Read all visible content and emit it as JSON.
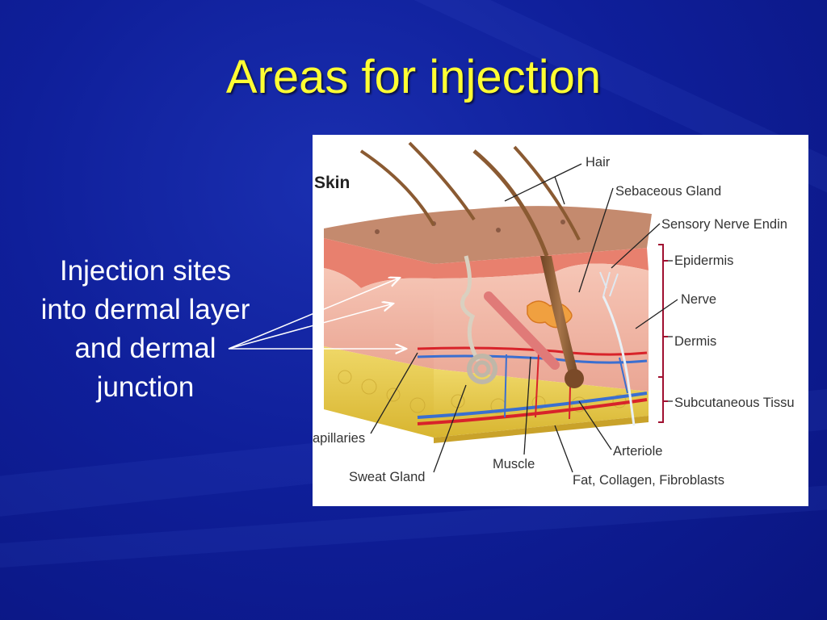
{
  "slide": {
    "title": "Areas for injection",
    "caption_lines": [
      "Injection sites",
      "into dermal layer",
      "and dermal",
      "junction"
    ]
  },
  "figure": {
    "title": "Skin",
    "labels": {
      "hair": "Hair",
      "sebaceous_gland": "Sebaceous Gland",
      "sensory_nerve_ending": "Sensory Nerve Endin",
      "epidermis": "Epidermis",
      "nerve": "Nerve",
      "dermis": "Dermis",
      "subcutaneous_tissue": "Subcutaneous Tissu",
      "capillaries": "apillaries",
      "sweat_gland": "Sweat Gland",
      "muscle": "Muscle",
      "arteriole": "Arteriole",
      "fat_collagen_fibroblasts": "Fat, Collagen, Fibroblasts"
    }
  },
  "colors": {
    "title": "#ffff33",
    "caption": "#ffffff",
    "background": "#0f1f9a",
    "epidermis": "#e8806e",
    "dermis": "#f2b8a8",
    "subcutaneous_fat": "#e8cf50",
    "artery": "#d8232a",
    "vein": "#3a6fd0",
    "hair": "#8a5a32"
  }
}
